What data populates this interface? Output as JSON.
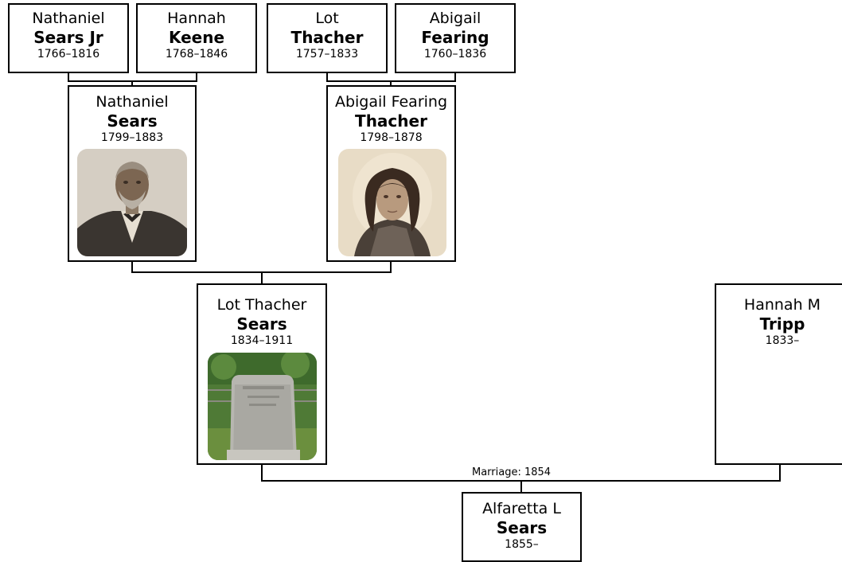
{
  "people": {
    "p1": {
      "given": "Nathaniel",
      "surname": "Sears Jr",
      "dates": "1766–1816"
    },
    "p2": {
      "given": "Hannah",
      "surname": "Keene",
      "dates": "1768–1846"
    },
    "p3": {
      "given": "Lot",
      "surname": "Thacher",
      "dates": "1757–1833"
    },
    "p4": {
      "given": "Abigail",
      "surname": "Fearing",
      "dates": "1760–1836"
    },
    "p5": {
      "given": "Nathaniel",
      "surname": "Sears",
      "dates": "1799–1883",
      "photo": "portrait-photo"
    },
    "p6": {
      "given": "Abigail Fearing",
      "surname": "Thacher",
      "dates": "1798–1878",
      "photo": "portrait-photo"
    },
    "p7": {
      "given": "Lot Thacher",
      "surname": "Sears",
      "dates": "1834–1911",
      "photo": "gravestone-photo"
    },
    "p8": {
      "given": "Hannah M",
      "surname": "Tripp",
      "dates": "1833–"
    },
    "p9": {
      "given": "Alfaretta L",
      "surname": "Sears",
      "dates": "1855–"
    }
  },
  "marriage_label": "Marriage: 1854",
  "colors": {
    "line": "#000000",
    "card_border": "#000000",
    "background": "#ffffff"
  }
}
